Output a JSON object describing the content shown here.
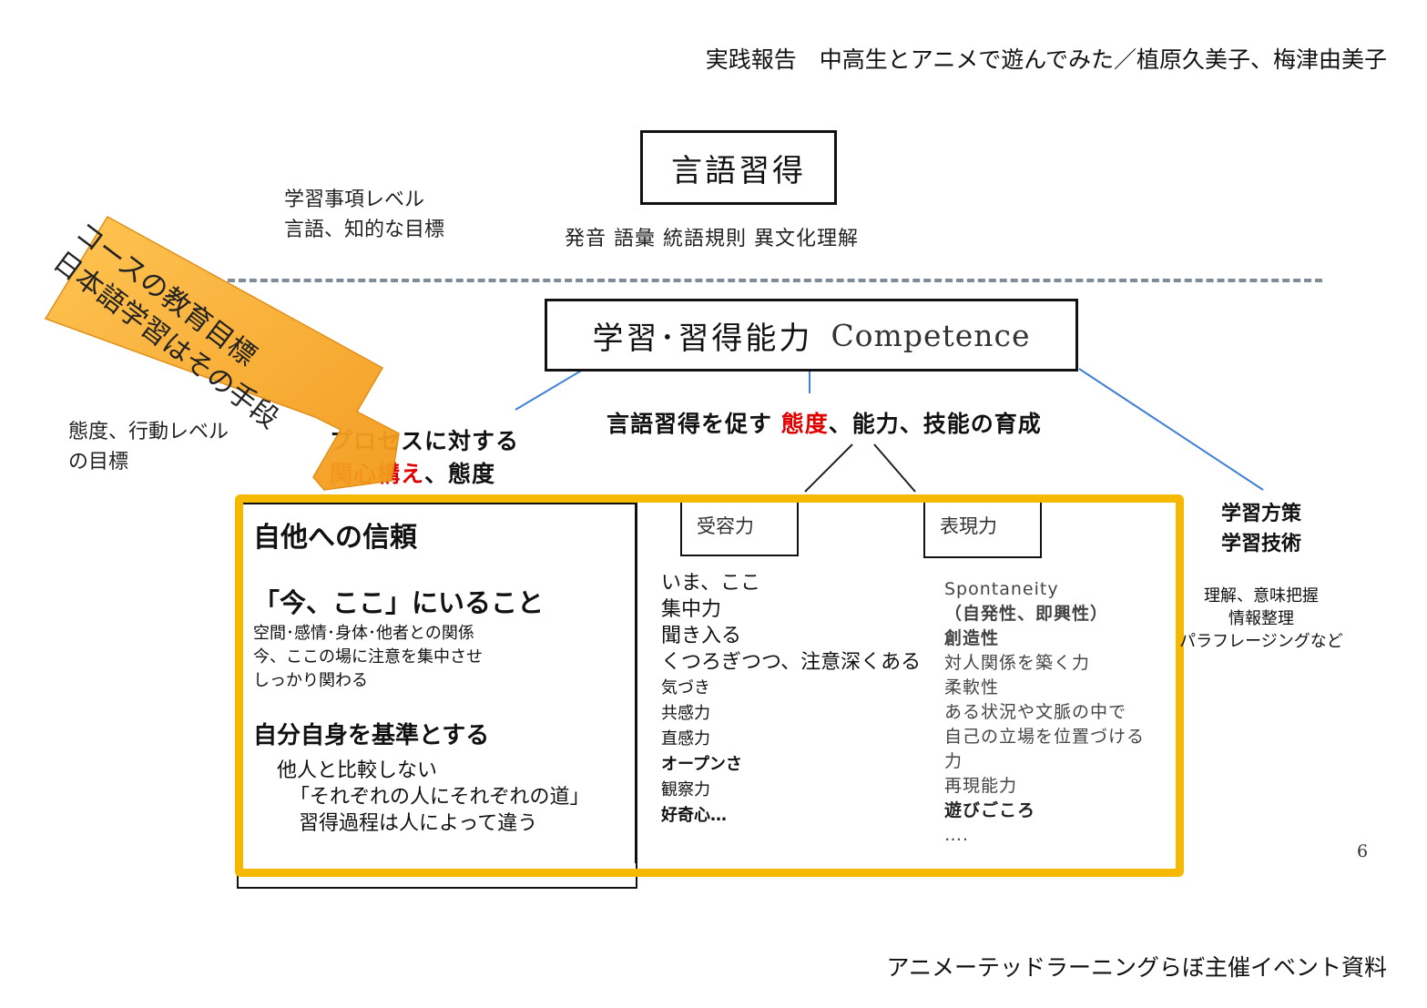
{
  "header": {
    "title": "実践報告　中高生とアニメで遊んでみた／植原久美子、梅津由美子"
  },
  "footer": {
    "text": "アニメーテッドラーニングらぼ主催イベント資料"
  },
  "page_number": "6",
  "top": {
    "box_label": "言語習得",
    "level_line1": "学習事項レベル",
    "level_line2": "言語、知的な目標",
    "items": "発音  語彙  統語規則  異文化理解"
  },
  "competence": {
    "label": "学習･習得能力",
    "label_en": "Competence",
    "subline_before": "言語習得を促す ",
    "subline_red": "態度",
    "subline_after": "、能力、技能の育成"
  },
  "left_level": {
    "line1": "態度、行動レベル",
    "line2": "の目標"
  },
  "process": {
    "line1": "プロセスに対する",
    "line2_red": "関心構え",
    "line2_after": "、態度"
  },
  "callout": {
    "line1": "コースの教育目標",
    "line2": "日本語学習はその手段"
  },
  "trust": {
    "title": "自他への信頼",
    "heading1": "「今、ここ」にいること",
    "detail1": "空間･感情･身体･他者との関係",
    "detail2": "今、ここの場に注意を集中させ",
    "detail3": "しっかり関わる",
    "heading2": "自分自身を基準とする",
    "line1": "他人と比較しない",
    "line2": "「それぞれの人にそれぞれの道」",
    "line3": "習得過程は人によって違う"
  },
  "receptive": {
    "label": "受容力",
    "items": [
      "いま、ここ",
      "集中力",
      "聞き入る",
      "くつろぎつつ、注意深くある",
      "気づき",
      "共感力",
      "直感力",
      "オープンさ",
      "観察力",
      "好奇心…"
    ]
  },
  "expressive": {
    "label": "表現力",
    "items": [
      "Spontaneity",
      "（自発性、即興性）",
      "創造性",
      "対人関係を築く力",
      "柔軟性",
      "ある状況や文脈の中で",
      "自己の立場を位置づける",
      "力",
      "再現能力",
      "遊びごころ",
      "…."
    ]
  },
  "strategy": {
    "line1": "学習方策",
    "line2": "学習技術",
    "sub1": "理解、意味把握",
    "sub2": "情報整理",
    "sub3": "パラフレージングなど"
  },
  "colors": {
    "accent_yellow": "#f6b800",
    "red": "#e00000",
    "callout_orange": "#f7a928",
    "line_blue": "#3f7fd6"
  }
}
